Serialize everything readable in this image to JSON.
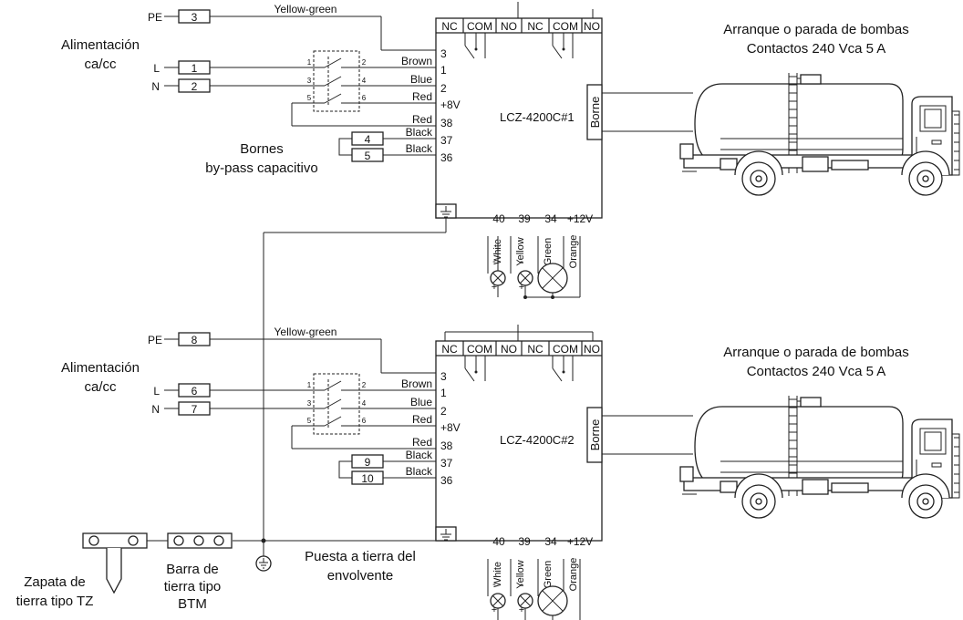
{
  "top": {
    "power_label": "Alimentación\nca/cc",
    "pe": "PE",
    "l": "L",
    "n": "N",
    "terminals": {
      "pe": "3",
      "l": "1",
      "n": "2",
      "bp_a": "4",
      "bp_b": "5"
    },
    "bypass_label": "Bornes\nby-pass capacitivo",
    "module_name": "LCZ-4200C#1",
    "pump_label": "Arranque o parada de bombas\nContactos 240 Vca  5 A"
  },
  "bottom": {
    "power_label": "Alimentación\nca/cc",
    "pe": "PE",
    "l": "L",
    "n": "N",
    "terminals": {
      "pe": "8",
      "l": "6",
      "n": "7",
      "bp_a": "9",
      "bp_b": "10"
    },
    "module_name": "LCZ-4200C#2",
    "pump_label": "Arranque o parada de bombas\nContactos 240 Vca  5 A"
  },
  "common": {
    "yellow_green": "Yellow-green",
    "wire_labels": [
      "Brown",
      "Blue",
      "Red",
      "Red",
      "Black",
      "Black"
    ],
    "pin_labels": [
      "3",
      "1",
      "2",
      "+8V",
      "38",
      "37",
      "36"
    ],
    "contact_labels": [
      "NC",
      "COM",
      "NO",
      "NC",
      "COM",
      "NO"
    ],
    "borne": "Borne",
    "bottom_pins": [
      "40",
      "39",
      "34",
      "+12V"
    ],
    "bottom_wires": [
      "White",
      "Yellow",
      "Green",
      "Orange"
    ],
    "switch_pins": [
      "1",
      "2",
      "3",
      "4",
      "5",
      "6"
    ]
  },
  "ground": {
    "zapata_label": "Zapata de\ntierra tipo TZ",
    "barra_label": "Barra de\ntierra tipo\nBTM",
    "puesta_label": "Puesta a tierra del\nenvolvente"
  }
}
